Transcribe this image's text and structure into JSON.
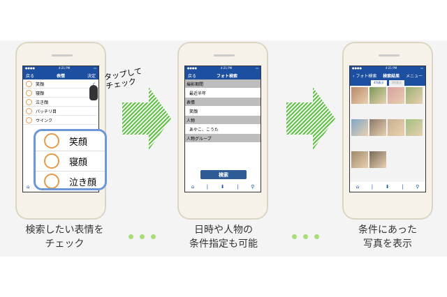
{
  "status": {
    "time": "4:21 PM"
  },
  "phone1": {
    "back": "戻る",
    "title": "表情",
    "done": "決定",
    "items": [
      "笑顔",
      "寝顔",
      "泣き顔",
      "パッチリ目",
      "ウインク"
    ],
    "check": "✓",
    "hint": "タップして\nチェック",
    "bubble": [
      "笑顔",
      "寝顔",
      "泣き顔"
    ]
  },
  "phone2": {
    "back": "戻る",
    "title": "フォト検索",
    "sections": [
      {
        "label": "撮影期間",
        "value": "最近半年"
      },
      {
        "label": "表情",
        "value": "笑顔"
      },
      {
        "label": "人物",
        "value": "あやこ、こうた"
      },
      {
        "label": "人物グループ",
        "value": ""
      }
    ],
    "search": "検索"
  },
  "phone3": {
    "back": "フォト検索",
    "title": "検索結果",
    "menu": "メニュー",
    "tab1": "4列表示",
    "tab2": "3列表示",
    "photo_count": 10
  },
  "captions": [
    "検索したい表情を\nチェック",
    "日時や人物の\n条件指定も可能",
    "条件にあった\n写真を表示"
  ],
  "colors": {
    "nav": "#1d4fa0",
    "arrow": "#5cc040"
  }
}
